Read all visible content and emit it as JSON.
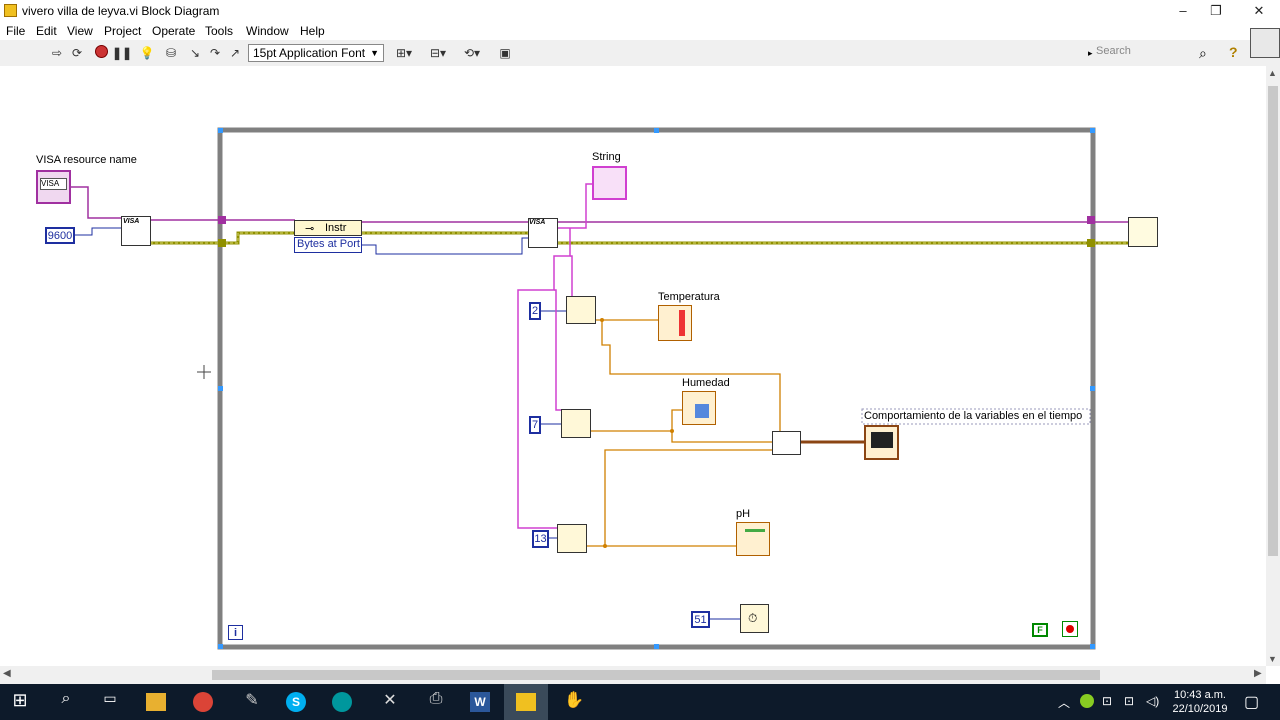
{
  "window": {
    "title": "vivero villa de leyva.vi Block Diagram",
    "controls": {
      "minimize": "–",
      "maximize": "❐",
      "close": "✕"
    }
  },
  "menu": [
    "File",
    "Edit",
    "View",
    "Project",
    "Operate",
    "Tools",
    "Window",
    "Help"
  ],
  "toolbar": {
    "font": "15pt Application Font",
    "search_placeholder": "Search",
    "help": "?"
  },
  "diagram": {
    "visa_resource_label": "VISA resource name",
    "baud_const": "9600",
    "property_instr": "Instr",
    "property_bytes": "Bytes at Port",
    "string_label": "String",
    "temperatura_label": "Temperatura",
    "humedad_label": "Humedad",
    "ph_label": "pH",
    "chart_label": "Comportamiento de la variables en el tiempo",
    "index_2": "2",
    "index_7": "7",
    "index_13": "13",
    "wait_const": "51",
    "loop_iteration": "i",
    "stop_false": "F",
    "visa_text": "VISA"
  },
  "taskbar": {
    "time": "10:43 a.m.",
    "date": "22/10/2019"
  },
  "colors": {
    "wire_string": "#c040c0",
    "wire_numeric": "#d08000",
    "wire_error": "#808000",
    "wire_int": "#1e2fa0",
    "loop_border": "#808080"
  }
}
